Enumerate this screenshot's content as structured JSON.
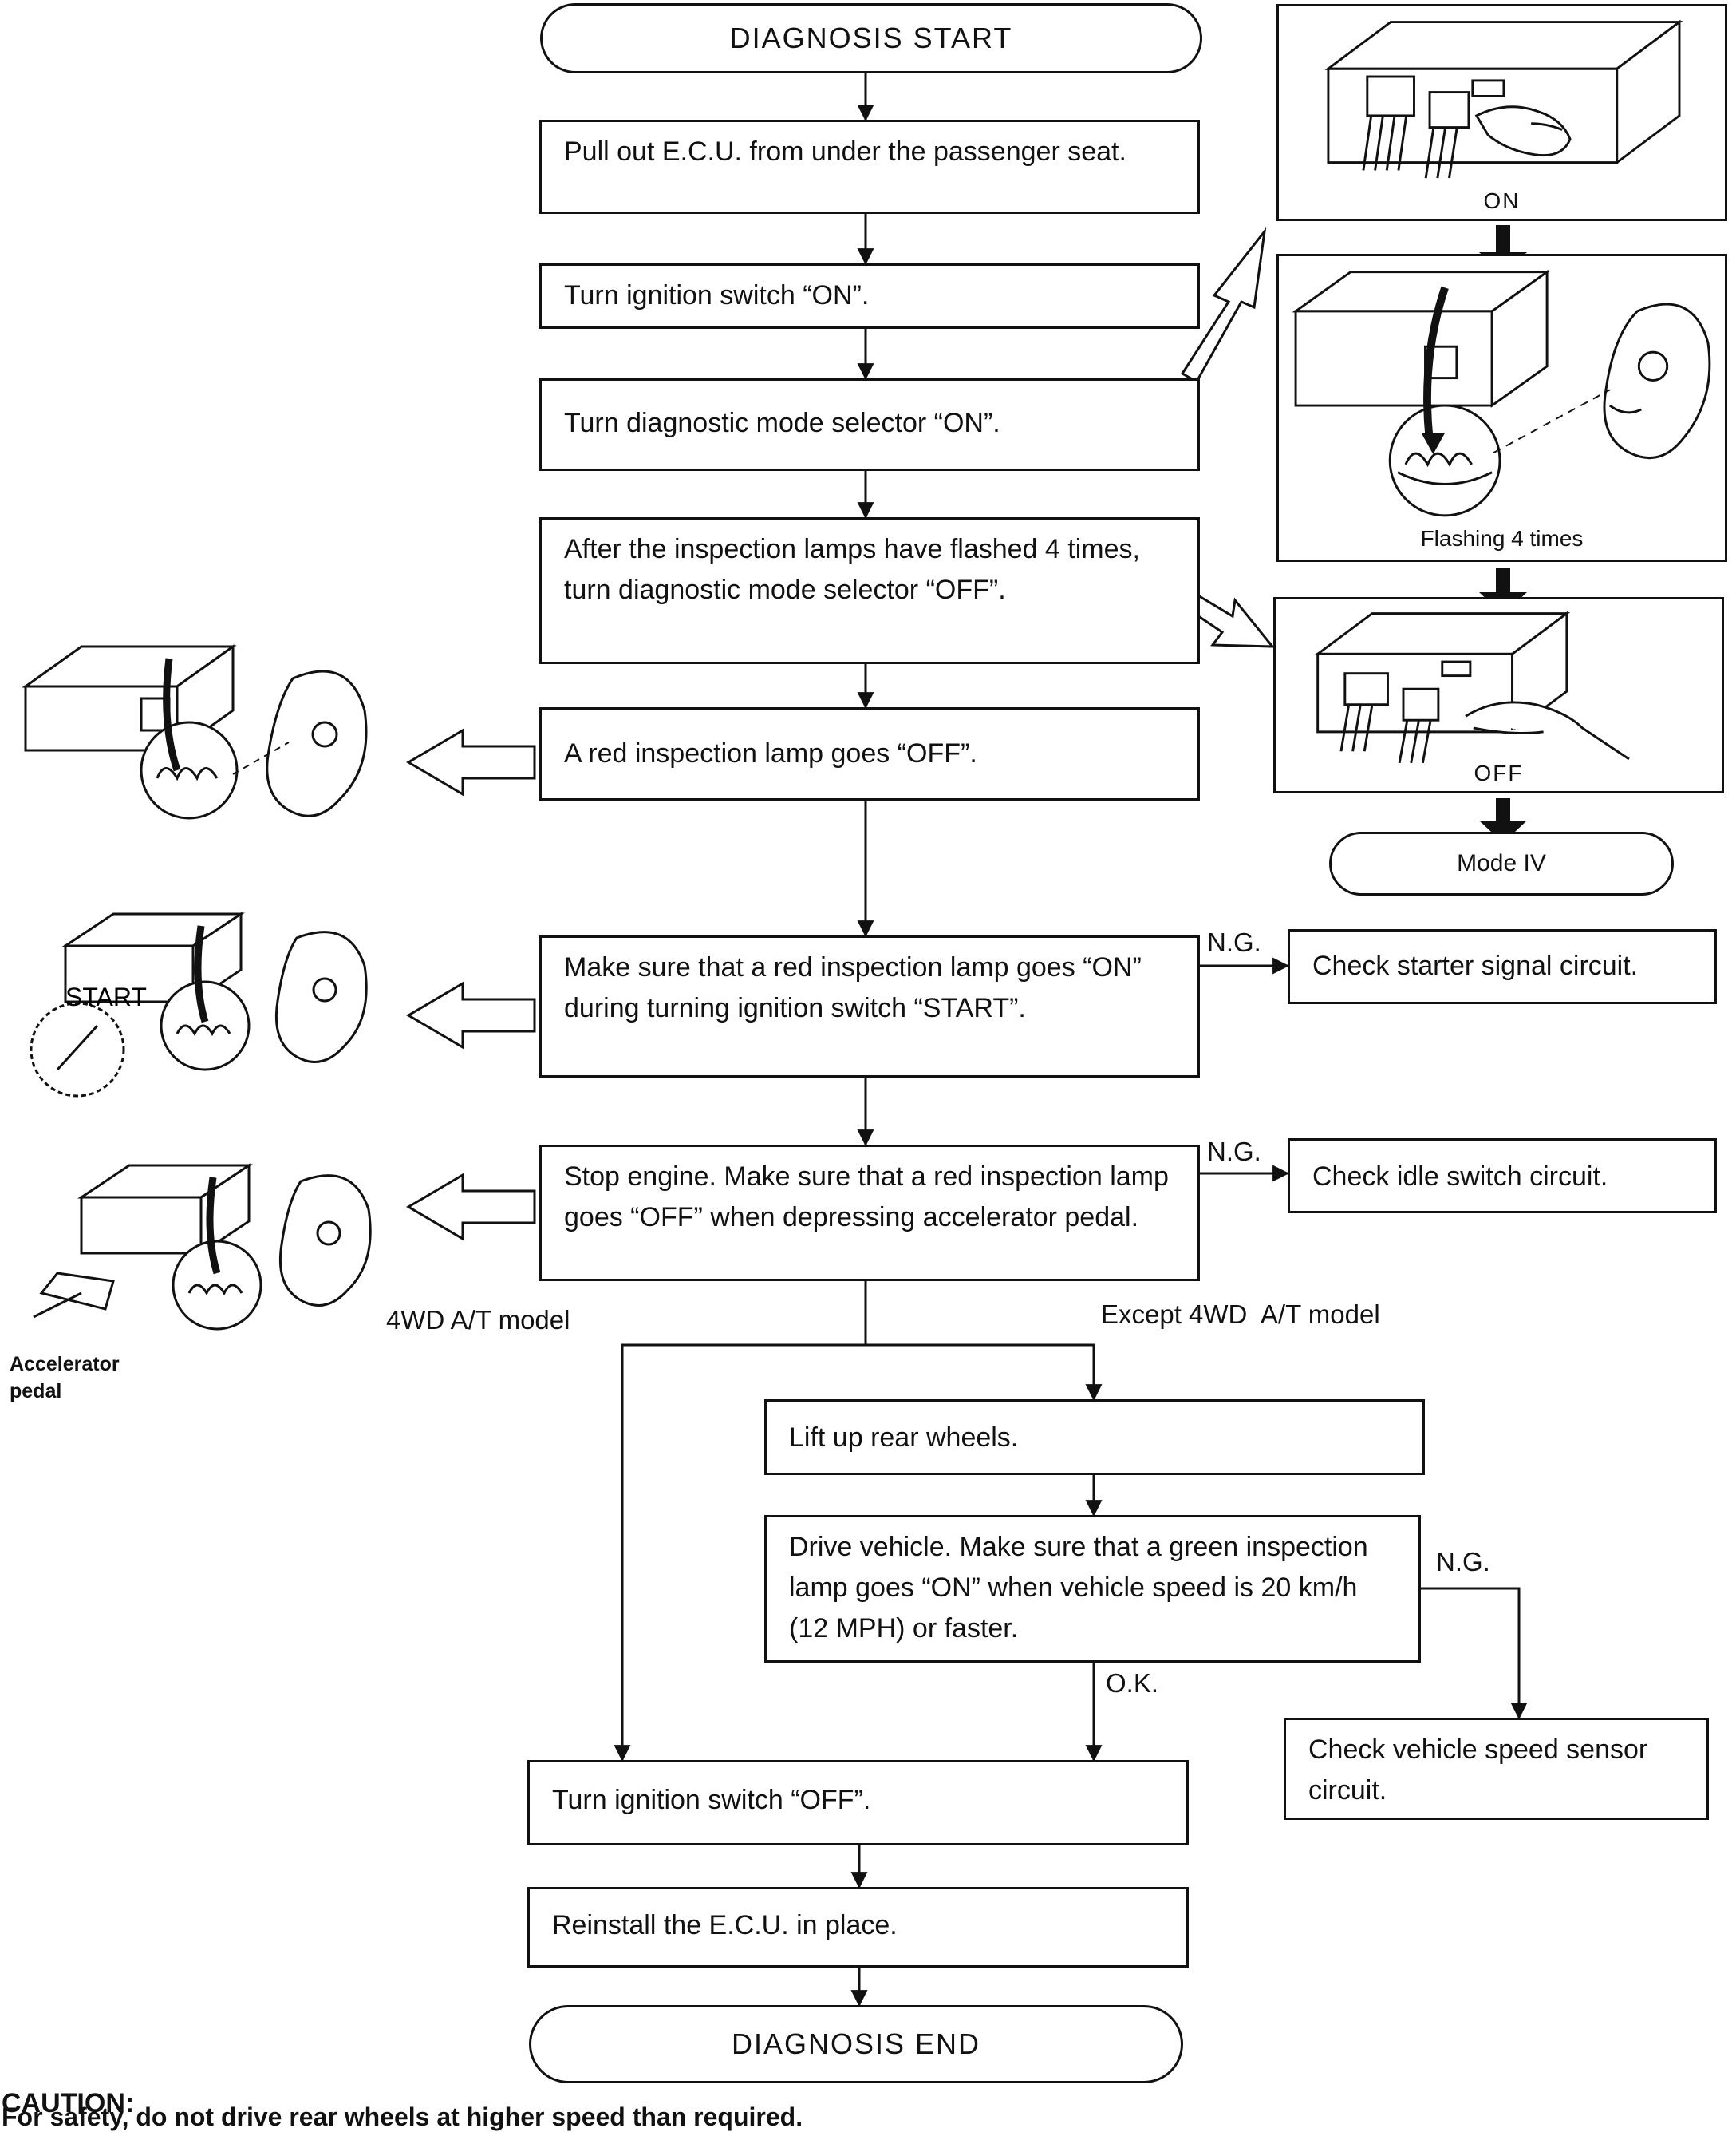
{
  "start_label": "DIAGNOSIS START",
  "end_label": "DIAGNOSIS END",
  "steps": {
    "pull_ecu": "Pull out E.C.U. from under the passenger seat.",
    "ignition_on": "Turn ignition switch “ON”.",
    "selector_on": "Turn diagnostic mode selector “ON”.",
    "selector_off": "After the inspection lamps have flashed 4 times, turn diagnostic mode selector “OFF”.",
    "red_lamp_off": "A red inspection lamp goes “OFF”.",
    "check_start": "Make sure that a red inspection lamp goes “ON” during turning ignition switch “START”.",
    "check_idle": "Stop engine. Make sure that a red inspection lamp goes “OFF” when depressing accelerator pedal.",
    "lift_wheels": "Lift up rear wheels.",
    "drive_vehicle": "Drive vehicle. Make sure that a green inspection lamp goes “ON” when vehicle speed is 20 km/h (12 MPH) or faster.",
    "ignition_off": "Turn ignition switch “OFF”.",
    "reinstall": "Reinstall the E.C.U. in place."
  },
  "ng_actions": {
    "starter": "Check starter signal circuit.",
    "idle": "Check idle switch circuit.",
    "speed_sensor": "Check vehicle speed sensor circuit."
  },
  "branch_labels": {
    "ng": "N.G.",
    "ok": "O.K.",
    "model_4wd_at": "4WD A/T model",
    "except_4wd_at": "Except 4WD  A/T model"
  },
  "panels": {
    "on_caption": "ON",
    "flashing_caption": "Flashing 4 times",
    "off_caption": "OFF",
    "mode_label": "Mode IV"
  },
  "figures": {
    "start_label": "START",
    "accelerator_label": "Accelerator pedal"
  },
  "caution": {
    "title": "CAUTION:",
    "text": "For safety, do not drive rear wheels at higher speed than required."
  }
}
